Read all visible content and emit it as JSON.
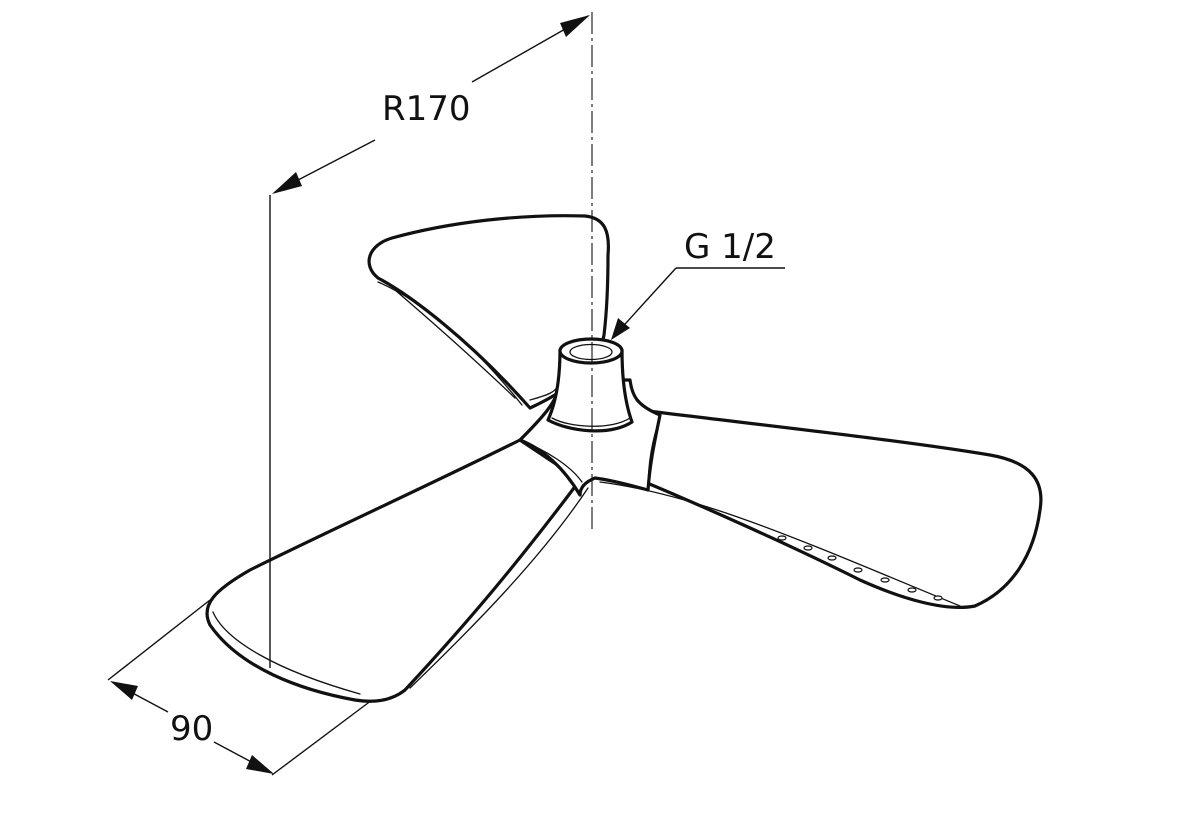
{
  "labels": {
    "radius": "R170",
    "thread": "G 1/2",
    "width": "90"
  }
}
